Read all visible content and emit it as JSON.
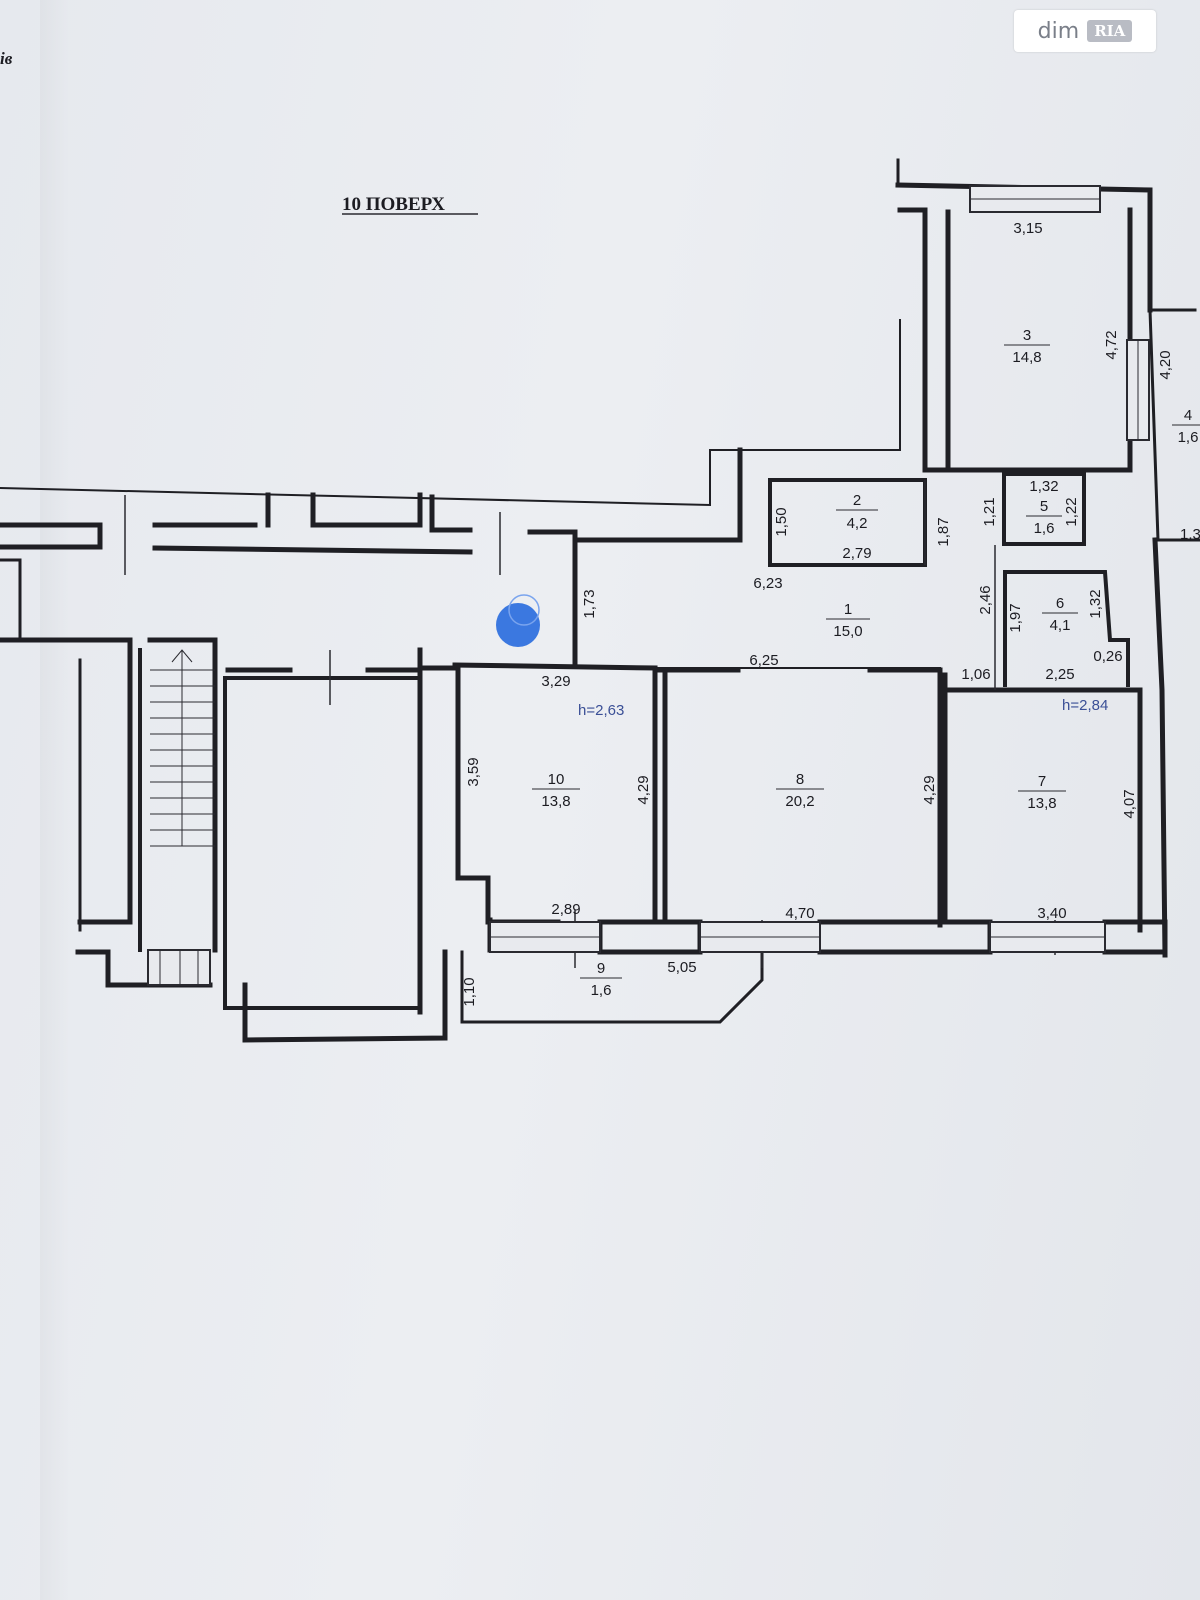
{
  "watermark": {
    "brand": "dim",
    "badge": "RIA"
  },
  "corner_text": "ів",
  "floor_title": "10 ПОВЕРХ",
  "rooms": {
    "r1": {
      "number": "1",
      "area": "15,0"
    },
    "r2": {
      "number": "2",
      "area": "4,2"
    },
    "r3": {
      "number": "3",
      "area": "14,8"
    },
    "r4": {
      "number": "4",
      "area": "1,6"
    },
    "r5": {
      "number": "5",
      "area": "1,6"
    },
    "r6": {
      "number": "6",
      "area": "4,1"
    },
    "r7": {
      "number": "7",
      "area": "13,8"
    },
    "r8": {
      "number": "8",
      "area": "20,2"
    },
    "r9": {
      "number": "9",
      "area": "1,6"
    },
    "r10": {
      "number": "10",
      "area": "13,8"
    }
  },
  "heights": {
    "left": "h=2,63",
    "right": "h=2,84"
  },
  "dims": {
    "d315": "3,15",
    "d472": "4,72",
    "d420": "4,20",
    "d13": "1,3",
    "d132a": "1,32",
    "d121": "1,21",
    "d122": "1,22",
    "d150": "1,50",
    "d279": "2,79",
    "d187": "1,87",
    "d623": "6,23",
    "d173": "1,73",
    "d246": "2,46",
    "d197": "1,97",
    "d132b": "1,32",
    "d625": "6,25",
    "d106": "1,06",
    "d225": "2,25",
    "d026": "0,26",
    "d329": "3,29",
    "d359": "3,59",
    "d429a": "4,29",
    "d429b": "4,29",
    "d407": "4,07",
    "d289": "2,89",
    "d470": "4,70",
    "d340": "3,40",
    "d505": "5,05",
    "d110": "1,10"
  }
}
